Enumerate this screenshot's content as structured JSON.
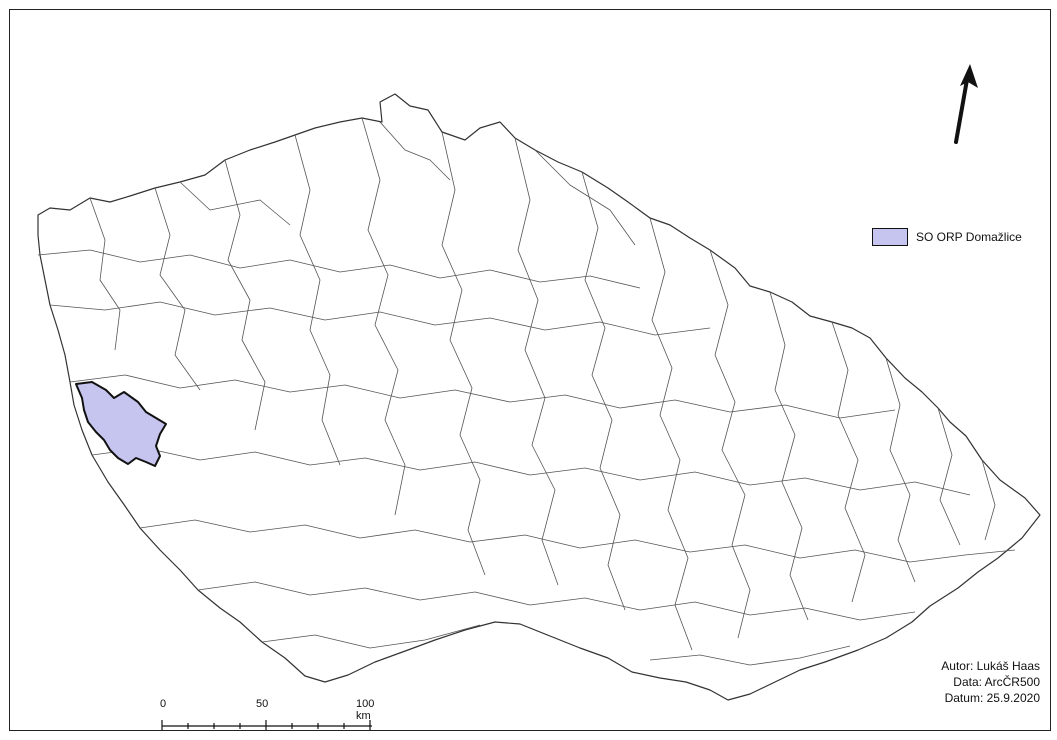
{
  "legend": {
    "label": "SO ORP Domažlice",
    "fill_color": "#c5c5f0",
    "stroke_color": "#111111"
  },
  "scalebar": {
    "ticks": [
      "0",
      "50",
      "100 km"
    ]
  },
  "credits": {
    "author": "Autor: Lukáš Haas",
    "data": "Data: ArcČR500",
    "date": "Datum: 25.9.2020"
  },
  "north_arrow": {
    "icon": "north-arrow-icon"
  },
  "colors": {
    "border": "#222222",
    "district_stroke": "#333333",
    "highlight": "#c5c5f0"
  }
}
